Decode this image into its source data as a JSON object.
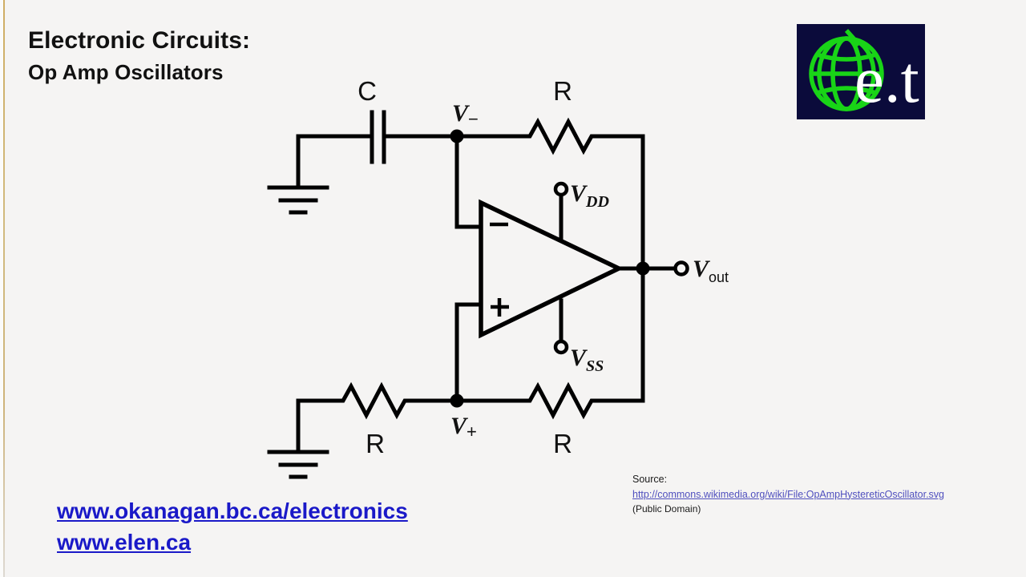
{
  "slide": {
    "background_color": "#f5f4f3",
    "accent_rule_color": "#c9a14a"
  },
  "title": {
    "line1": "Electronic Circuits:",
    "line2": "Op Amp Oscillators"
  },
  "logo": {
    "name": "e.t",
    "text": "e.t",
    "background_color": "#0b0b3b",
    "globe_color": "#19d417",
    "text_color": "#ffffff"
  },
  "circuit": {
    "caption_top_capacitor": "C",
    "caption_top_resistor": "R",
    "caption_bottom_left_resistor": "R",
    "caption_bottom_right_resistor": "R",
    "node_minus": "V",
    "node_minus_sub": "−",
    "node_plus": "V",
    "node_plus_sub": "+",
    "supply_positive": "V",
    "supply_positive_sub": "DD",
    "supply_negative": "V",
    "supply_negative_sub": "SS",
    "output": "V",
    "output_sub": "out",
    "opamp_inverting_sign": "−",
    "opamp_noninverting_sign": "+"
  },
  "source": {
    "label": "Source:",
    "url": "http://commons.wikimedia.org/wiki/File:OpAmpHystereticOscillator.svg",
    "note": "(Public Domain)",
    "link_color": "#4f4fbe"
  },
  "links": {
    "items": [
      {
        "label": "www.okanagan.bc.ca/electronics"
      },
      {
        "label": "www.elen.ca"
      }
    ],
    "color": "#1a19c8"
  }
}
